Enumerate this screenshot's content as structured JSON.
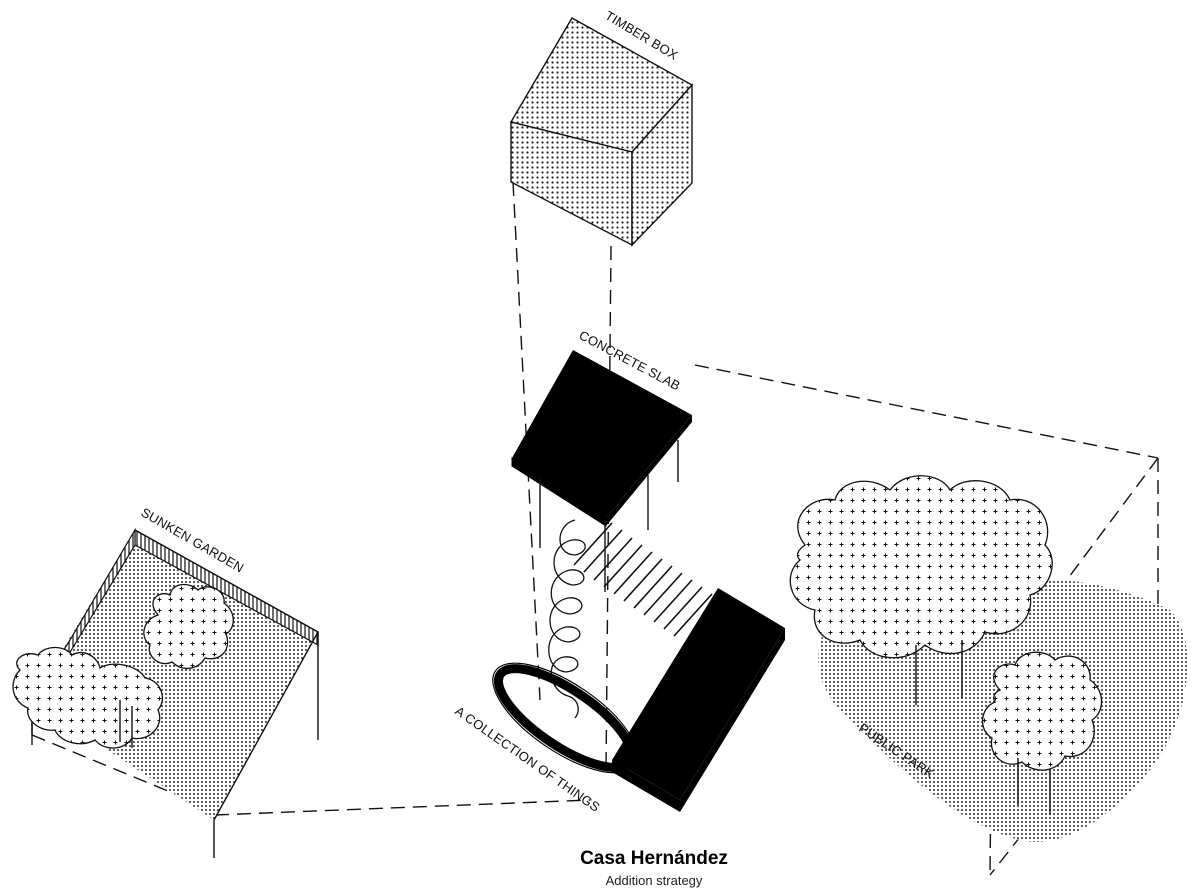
{
  "title": "Casa Hernández",
  "subtitle": "Addition strategy",
  "labels": {
    "timber_box": "TIMBER BOX",
    "concrete_slab": "CONCRETE SLAB",
    "sunken_garden": "SUNKEN GARDEN",
    "collection": "A COLLECTION OF THINGS",
    "public_park": "PUBLIC PARK"
  }
}
